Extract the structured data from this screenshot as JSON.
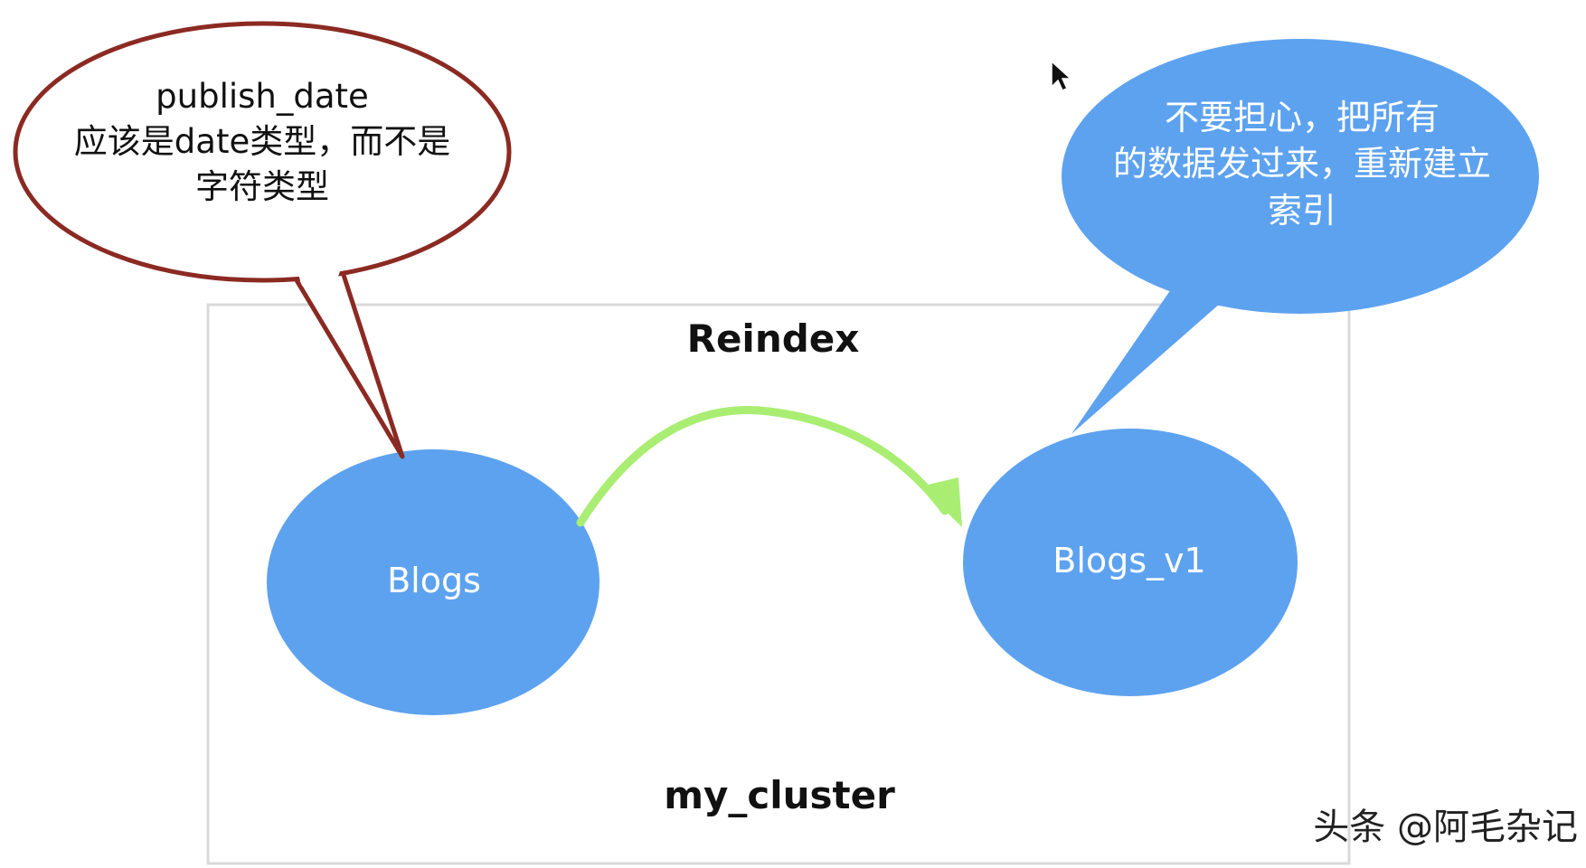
{
  "diagram": {
    "title": "Reindex",
    "cluster_label": "my_cluster",
    "nodes": {
      "source": {
        "label": "Blogs"
      },
      "target": {
        "label": "Blogs_v1"
      }
    },
    "left_callout": {
      "lines": [
        "publish_date",
        "应该是date类型，而不是",
        "字符类型"
      ]
    },
    "right_callout": {
      "lines": [
        "不要担心，把所有",
        "的数据发过来，重新建立",
        "索引"
      ]
    },
    "watermark": "头条 @阿毛杂记"
  },
  "colors": {
    "node_fill": "#5da2ef",
    "arrow": "#a9ee72",
    "left_callout_stroke": "#8b2a22",
    "right_callout_fill": "#5da2ef",
    "frame_stroke": "#d9d9d9"
  }
}
